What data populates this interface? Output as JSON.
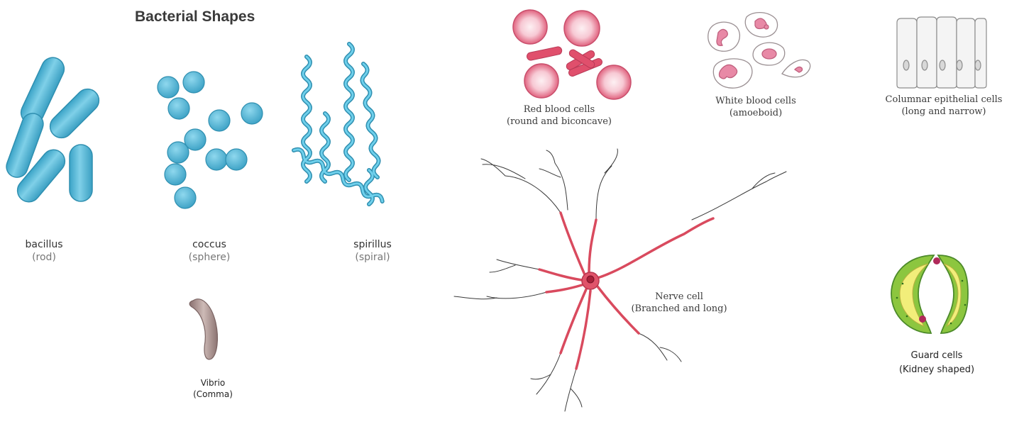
{
  "bacteria": {
    "title": "Bacterial Shapes",
    "bacillus": {
      "name": "bacillus",
      "shape": "(rod)"
    },
    "coccus": {
      "name": "coccus",
      "shape": "(sphere)"
    },
    "spirillus": {
      "name": "spirillus",
      "shape": "(spiral)"
    },
    "vibrio": {
      "name": "Vibrio",
      "shape": "(Comma)"
    }
  },
  "cells": {
    "rbc": {
      "name": "Red blood cells",
      "shape": "(round and biconcave)"
    },
    "wbc": {
      "name": "White blood cells",
      "shape": "(amoeboid)"
    },
    "columnar": {
      "name": "Columnar epithelial cells",
      "shape": "(long and narrow)"
    },
    "nerve": {
      "name": "Nerve cell",
      "shape": "(Branched and long)"
    },
    "guard": {
      "name": "Guard cells",
      "shape": "(Kidney shaped)"
    }
  },
  "colors": {
    "bacteria_blue": "#5ab8d6",
    "bacteria_outline": "#2f8fb0",
    "vibrio": "#a08a88",
    "rbc": "#e56b8a",
    "nerve": "#d94a5e",
    "guard_green": "#8cc63f",
    "guard_yellow": "#f2ee7a"
  }
}
